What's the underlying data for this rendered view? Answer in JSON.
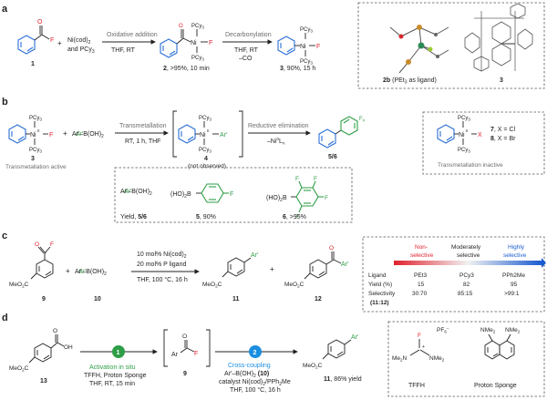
{
  "panels": {
    "a": "a",
    "b": "b",
    "c": "c",
    "d": "d"
  },
  "a": {
    "cmpd1": "1",
    "plus": "+",
    "reag1": "Ni(cod)",
    "reag1_sub": "2",
    "reag2": "and PCy",
    "reag2_sub": "3",
    "arrow1_top": "Oxidative addition",
    "arrow1_bottom": "THF, RT",
    "cmpd2_label": "2",
    "cmpd2_yield": ", >95%, 10 min",
    "arrow2_top": "Decarbonylation",
    "arrow2_bottom1": "THF, RT",
    "arrow2_bottom2": "–CO",
    "cmpd3_label": "3",
    "cmpd3_yield": ", 90%, 15 h",
    "box_label_2b": "2b",
    "box_label_2b_note": " (PEt",
    "box_label_2b_note2": " as ligand)",
    "box_label_3": "3",
    "atom_F": "F",
    "atom_Ni": "Ni",
    "atom_O": "O",
    "pcy3": "PCy",
    "pcy3_sub": "3"
  },
  "b": {
    "cmpd3": "3",
    "transmet_active": "Transmetallation active",
    "plus": "+",
    "boronic": "Ar′–B(OH)",
    "boronic_sub": "2",
    "arrow1_top": "Transmetallation",
    "arrow1_bottom": "RT, 1 h, THF",
    "cmpd4": "4",
    "not_observed": "(not observed)",
    "arrow2_top": "Reductive elimination",
    "arrow2_bottom": "–Ni",
    "arrow2_bottom_sup": "0",
    "arrow2_bottom_sub": "L",
    "arrow2_bottom_n": "n",
    "product": "5/6",
    "fn": "F",
    "fn_sub": "n",
    "ni_label": "Ni",
    "ni_charge": "II",
    "ar_prime": "Ar′",
    "box_cmpd7": "7",
    "box_cmpd7_x": ", X = Cl",
    "box_cmpd8": "8",
    "box_cmpd8_x": ", X = Br",
    "transmet_inactive": "Transmetallation inactive",
    "x_label": "X",
    "sub_boronic": "Ar′–B(OH)",
    "sub_boronic_sub": "2",
    "hob": "(HO)",
    "hob_sub": "2",
    "hob_b": "B",
    "yield_label": "Yield, ",
    "yield_cmpds": "5/6",
    "yield5_cmpd": "5",
    "yield5": ", 90%",
    "yield6_cmpd": "6",
    "yield6": ", >95%"
  },
  "c": {
    "cmpd9": "9",
    "cmpd10": "10",
    "plus": "+",
    "boronic": "Ar′–B(OH)",
    "boronic_sub": "2",
    "meo2c": "MeO",
    "meo2c_sub": "2",
    "meo2c_c": "C",
    "cond1": "10 mol% Ni(cod)",
    "cond1_sub": "2",
    "cond2": "20 mol% P ligand",
    "cond3": "THF, 100 °C, 16 h",
    "cmpd11": "11",
    "cmpd12": "12",
    "plus2": "+",
    "ar_prime": "Ar′",
    "table": {
      "header_nonselective1": "Non-",
      "header_nonselective2": "selective",
      "header_moderate1": "Moderately",
      "header_moderate2": "selective",
      "header_highly1": "Highly",
      "header_highly2": "selective",
      "row_ligand": "Ligand",
      "row_yield": "Yield (%)",
      "row_selectivity": "Selectivity",
      "row_selectivity2": "(11:12)",
      "ligands": [
        "PEt3",
        "PCy3",
        "PPh2Me"
      ],
      "yields": [
        "15",
        "82",
        "95"
      ],
      "selectivities": [
        "30:70",
        "85:15",
        ">99:1"
      ]
    }
  },
  "d": {
    "cmpd13": "13",
    "step1_num": "1",
    "step1_title": "Activation in situ",
    "step1_cond1": "TFFH, Proton Sponge",
    "step1_cond2": "THF, RT, 15 min",
    "cmpd9": "9",
    "ar": "Ar",
    "atom_F": "F",
    "atom_O": "O",
    "oh": "OH",
    "step2_num": "2",
    "step2_title": "Cross-coupling",
    "step2_cond1": "Ar′–B(OH)",
    "step2_cond1_sub": "2",
    "step2_cond1_cmpd": " (10)",
    "step2_cond2": "catalyst Ni(cod)",
    "step2_cond2_sub": "2",
    "step2_cond2_b": "/PPh",
    "step2_cond2_sub2": "2",
    "step2_cond2_c": "Me",
    "step2_cond3": "THF, 100 °C, 16 h",
    "product": "11",
    "product_yield": ", 86% yield",
    "ar_prime": "Ar′",
    "meo2c": "MeO",
    "meo2c_sub": "2",
    "meo2c_c": "C",
    "box_tffh": "TFFH",
    "box_proton": "Proton Sponge",
    "pf6": "PF",
    "pf6_sub": "6",
    "pf6_sup": "–",
    "nme2": "NMe",
    "nme2_sub": "2",
    "me2n": "Me",
    "me2n_sub": "2",
    "me2n_n": "N",
    "plus_sign": "+"
  },
  "colors": {
    "blue_ring": "#2b6fd6",
    "green": "#2e9e47",
    "red": "#e0212d",
    "arrow_blue": "#1a5ccf"
  }
}
